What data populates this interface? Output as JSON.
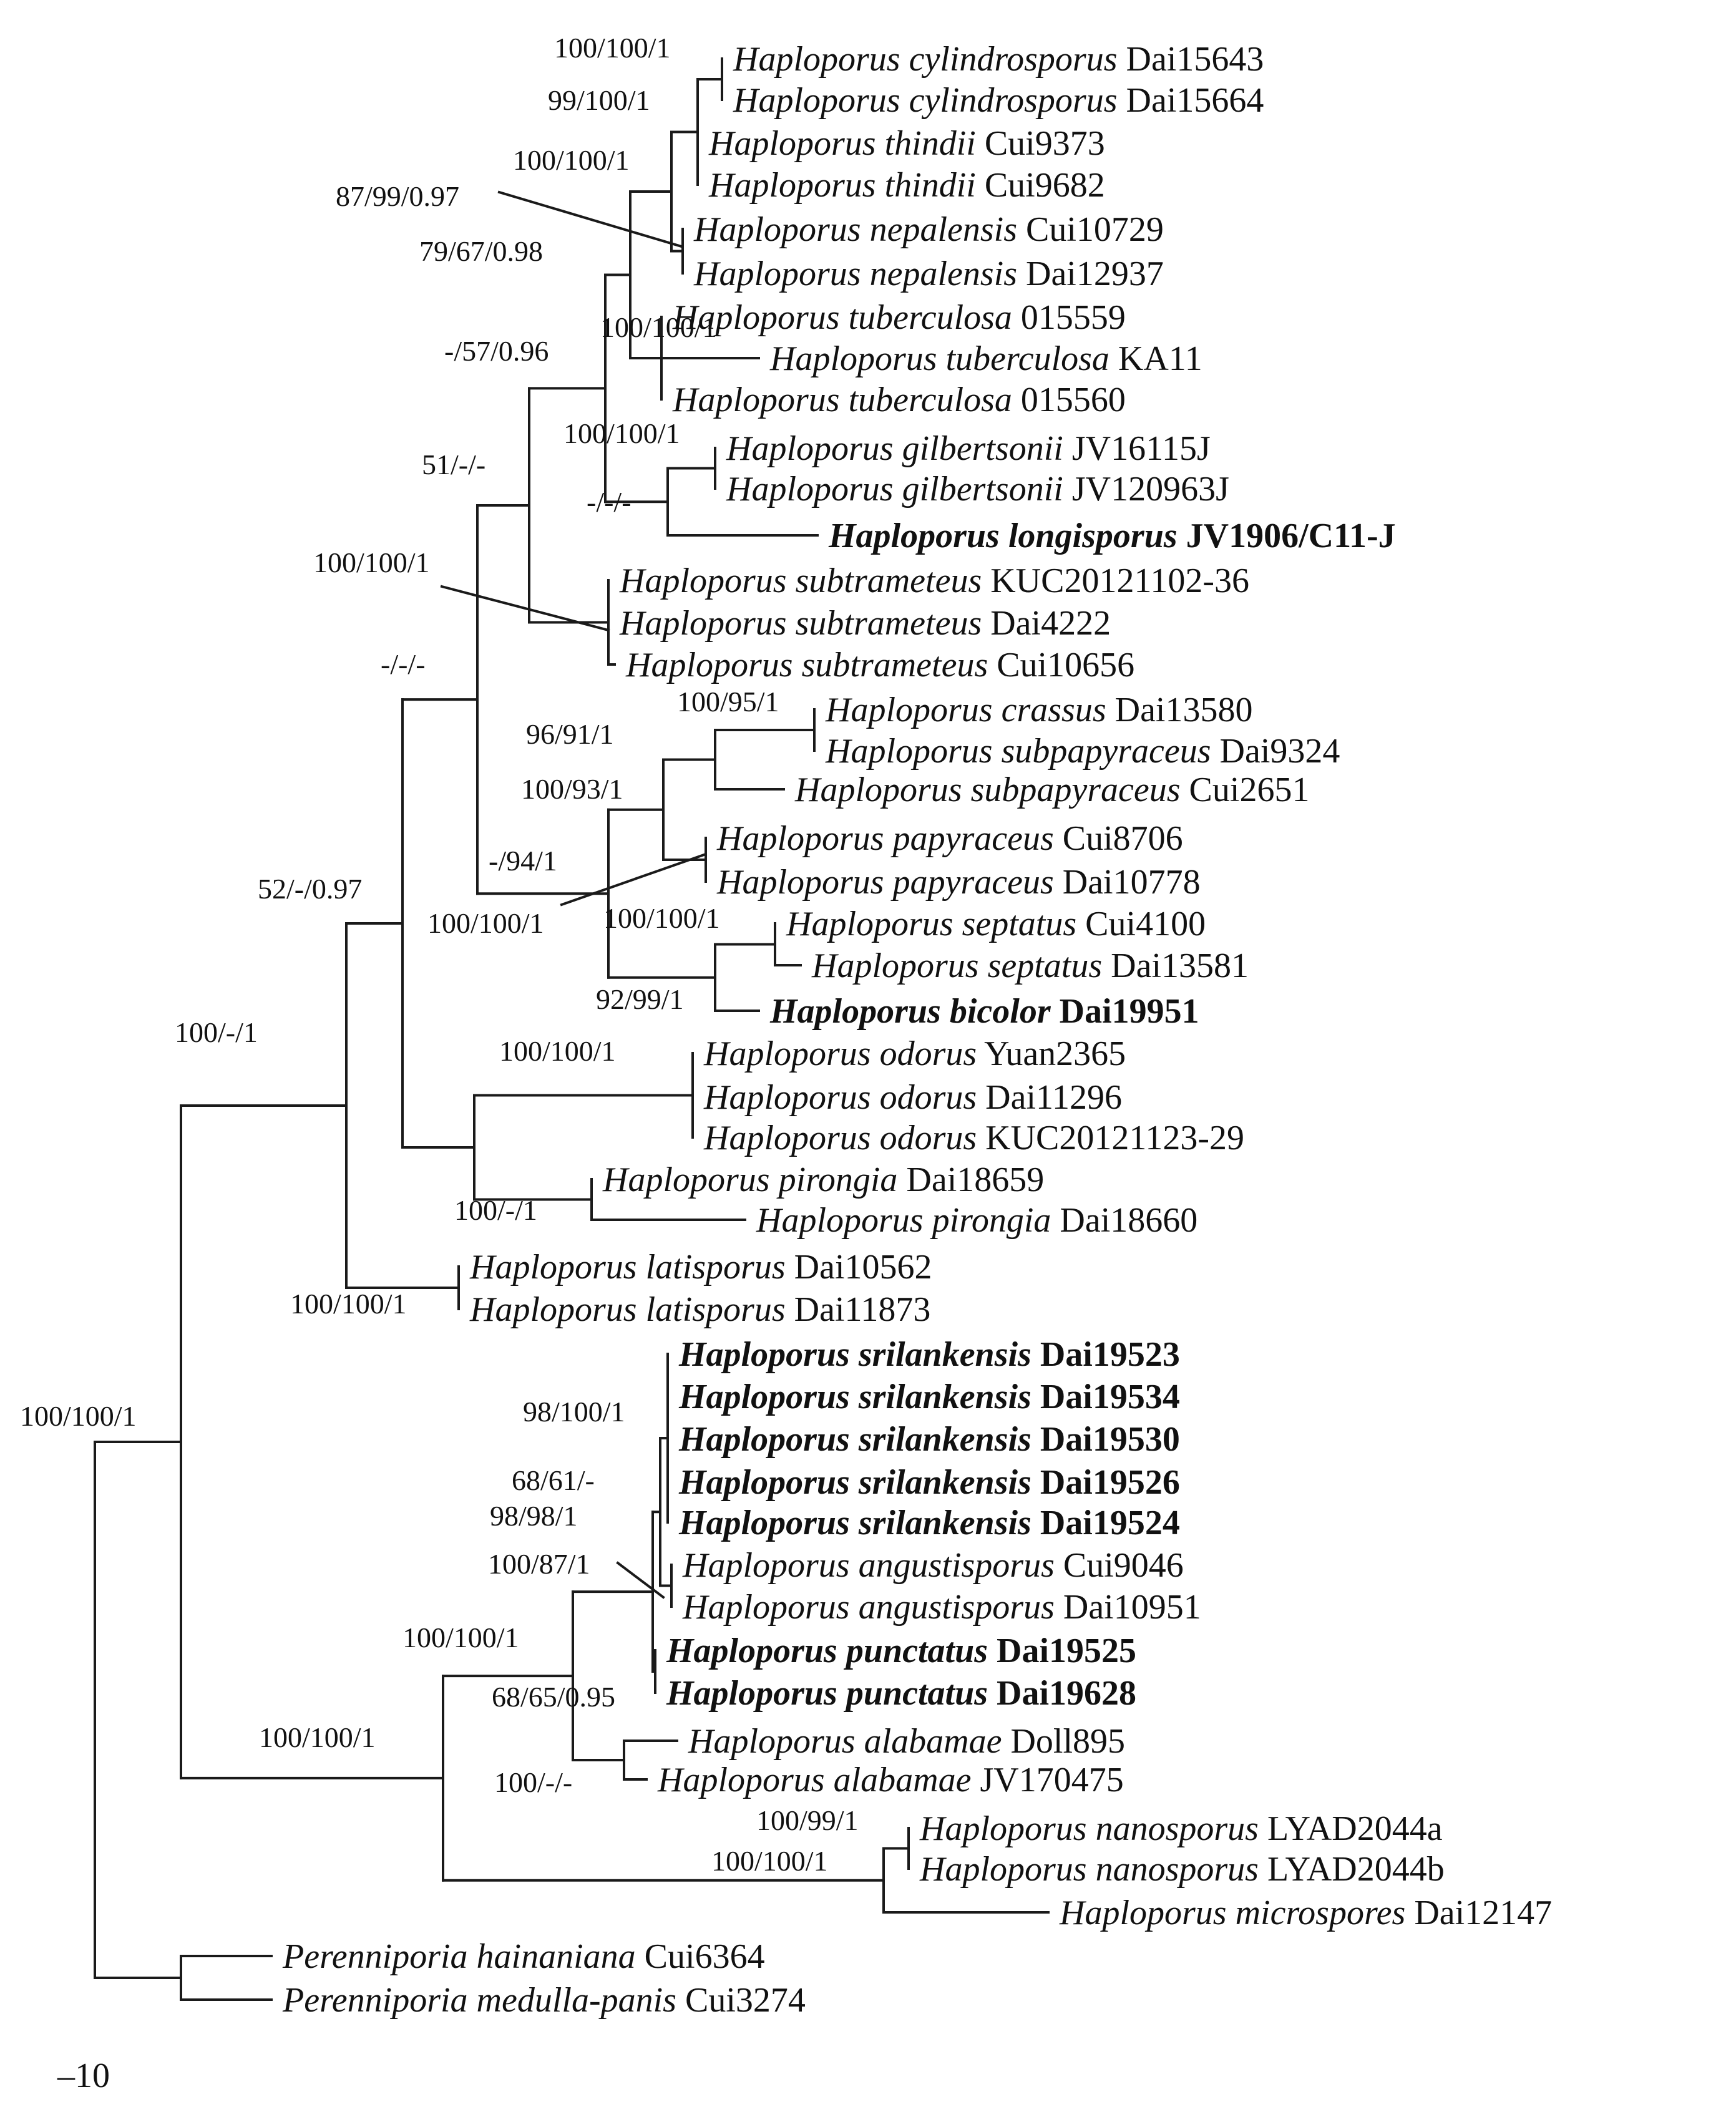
{
  "figure": {
    "scale_label": "–10"
  },
  "taxa": [
    {
      "id": "t1",
      "species": "Haploporus cylindrosporus",
      "voucher": "Dai15643",
      "bold": false
    },
    {
      "id": "t2",
      "species": "Haploporus cylindrosporus",
      "voucher": "Dai15664",
      "bold": false
    },
    {
      "id": "t3",
      "species": "Haploporus thindii",
      "voucher": "Cui9373",
      "bold": false
    },
    {
      "id": "t4",
      "species": "Haploporus thindii",
      "voucher": "Cui9682",
      "bold": false
    },
    {
      "id": "t5",
      "species": "Haploporus nepalensis",
      "voucher": "Cui10729",
      "bold": false
    },
    {
      "id": "t6",
      "species": "Haploporus nepalensis",
      "voucher": "Dai12937",
      "bold": false
    },
    {
      "id": "t7",
      "species": "Haploporus tuberculosa",
      "voucher": "015559",
      "bold": false
    },
    {
      "id": "t8",
      "species": "Haploporus tuberculosa",
      "voucher": "KA11",
      "bold": false
    },
    {
      "id": "t9",
      "species": "Haploporus tuberculosa",
      "voucher": "015560",
      "bold": false
    },
    {
      "id": "t10",
      "species": "Haploporus gilbertsonii",
      "voucher": "JV16115J",
      "bold": false
    },
    {
      "id": "t11",
      "species": "Haploporus gilbertsonii",
      "voucher": "JV120963J",
      "bold": false
    },
    {
      "id": "t12",
      "species": "Haploporus longisporus",
      "voucher": "JV1906/C11-J",
      "bold": true
    },
    {
      "id": "t13",
      "species": "Haploporus subtrameteus",
      "voucher": "KUC20121102-36",
      "bold": false
    },
    {
      "id": "t14",
      "species": "Haploporus subtrameteus",
      "voucher": "Dai4222",
      "bold": false
    },
    {
      "id": "t15",
      "species": "Haploporus subtrameteus",
      "voucher": "Cui10656",
      "bold": false
    },
    {
      "id": "t16",
      "species": "Haploporus crassus",
      "voucher": "Dai13580",
      "bold": false
    },
    {
      "id": "t17",
      "species": "Haploporus subpapyraceus",
      "voucher": "Dai9324",
      "bold": false
    },
    {
      "id": "t18",
      "species": "Haploporus subpapyraceus",
      "voucher": "Cui2651",
      "bold": false
    },
    {
      "id": "t19",
      "species": "Haploporus papyraceus",
      "voucher": "Cui8706",
      "bold": false
    },
    {
      "id": "t20",
      "species": "Haploporus papyraceus",
      "voucher": "Dai10778",
      "bold": false
    },
    {
      "id": "t21",
      "species": "Haploporus septatus",
      "voucher": "Cui4100",
      "bold": false
    },
    {
      "id": "t22",
      "species": "Haploporus septatus",
      "voucher": "Dai13581",
      "bold": false
    },
    {
      "id": "t23",
      "species": "Haploporus bicolor",
      "voucher": "Dai19951",
      "bold": true
    },
    {
      "id": "t24",
      "species": "Haploporus odorus",
      "voucher": "Yuan2365",
      "bold": false
    },
    {
      "id": "t25",
      "species": "Haploporus odorus",
      "voucher": "Dai11296",
      "bold": false
    },
    {
      "id": "t26",
      "species": "Haploporus odorus",
      "voucher": "KUC20121123-29",
      "bold": false
    },
    {
      "id": "t27",
      "species": "Haploporus pirongia",
      "voucher": "Dai18659",
      "bold": false
    },
    {
      "id": "t28",
      "species": "Haploporus pirongia",
      "voucher": "Dai18660",
      "bold": false
    },
    {
      "id": "t29",
      "species": "Haploporus latisporus",
      "voucher": "Dai10562",
      "bold": false
    },
    {
      "id": "t30",
      "species": "Haploporus latisporus",
      "voucher": "Dai11873",
      "bold": false
    },
    {
      "id": "t31",
      "species": "Haploporus srilankensis",
      "voucher": "Dai19523",
      "bold": true
    },
    {
      "id": "t32",
      "species": "Haploporus srilankensis",
      "voucher": "Dai19534",
      "bold": true
    },
    {
      "id": "t33",
      "species": "Haploporus srilankensis",
      "voucher": "Dai19530",
      "bold": true
    },
    {
      "id": "t34",
      "species": "Haploporus srilankensis",
      "voucher": "Dai19526",
      "bold": true
    },
    {
      "id": "t35",
      "species": "Haploporus srilankensis",
      "voucher": "Dai19524",
      "bold": true
    },
    {
      "id": "t36",
      "species": "Haploporus angustisporus",
      "voucher": "Cui9046",
      "bold": false
    },
    {
      "id": "t37",
      "species": "Haploporus angustisporus",
      "voucher": "Dai10951",
      "bold": false
    },
    {
      "id": "t38",
      "species": "Haploporus punctatus",
      "voucher": "Dai19525",
      "bold": true
    },
    {
      "id": "t39",
      "species": "Haploporus punctatus",
      "voucher": "Dai19628",
      "bold": true
    },
    {
      "id": "t40",
      "species": "Haploporus alabamae",
      "voucher": "Doll895",
      "bold": false
    },
    {
      "id": "t41",
      "species": "Haploporus alabamae",
      "voucher": "JV170475",
      "bold": false
    },
    {
      "id": "t42",
      "species": "Haploporus nanosporus",
      "voucher": "LYAD2044a",
      "bold": false
    },
    {
      "id": "t43",
      "species": "Haploporus nanosporus",
      "voucher": "LYAD2044b",
      "bold": false
    },
    {
      "id": "t44",
      "species": "Haploporus microspores",
      "voucher": "Dai12147",
      "bold": false
    },
    {
      "id": "t45",
      "species": "Perenniporia hainaniana",
      "voucher": "Cui6364",
      "bold": false
    },
    {
      "id": "t46",
      "species": "Perenniporia medulla-panis",
      "voucher": "Cui3274",
      "bold": false
    }
  ],
  "supports": [
    {
      "id": "s1",
      "text": "100/100/1"
    },
    {
      "id": "s2",
      "text": "99/100/1"
    },
    {
      "id": "s3",
      "text": "100/100/1"
    },
    {
      "id": "s4",
      "text": "87/99/0.97"
    },
    {
      "id": "s5",
      "text": "79/67/0.98"
    },
    {
      "id": "s6",
      "text": "-/57/0.96"
    },
    {
      "id": "s7",
      "text": "100/100/1"
    },
    {
      "id": "s8",
      "text": "100/100/1"
    },
    {
      "id": "s9",
      "text": "51/-/-"
    },
    {
      "id": "s10",
      "text": "-/-/-"
    },
    {
      "id": "s11",
      "text": "100/100/1"
    },
    {
      "id": "s12",
      "text": "-/-/-"
    },
    {
      "id": "s13",
      "text": "100/95/1"
    },
    {
      "id": "s14",
      "text": "96/91/1"
    },
    {
      "id": "s15",
      "text": "100/93/1"
    },
    {
      "id": "s16",
      "text": "-/94/1"
    },
    {
      "id": "s17",
      "text": "52/-/0.97"
    },
    {
      "id": "s18",
      "text": "100/100/1"
    },
    {
      "id": "s19",
      "text": "100/100/1"
    },
    {
      "id": "s20",
      "text": "92/99/1"
    },
    {
      "id": "s21",
      "text": "100/-/1"
    },
    {
      "id": "s22",
      "text": "100/100/1"
    },
    {
      "id": "s23",
      "text": "100/-/1"
    },
    {
      "id": "s24",
      "text": "100/100/1"
    },
    {
      "id": "s25",
      "text": "100/100/1"
    },
    {
      "id": "s26",
      "text": "98/100/1"
    },
    {
      "id": "s27",
      "text": "68/61/-"
    },
    {
      "id": "s28",
      "text": "98/98/1"
    },
    {
      "id": "s29",
      "text": "100/87/1"
    },
    {
      "id": "s30",
      "text": "100/100/1"
    },
    {
      "id": "s31",
      "text": "68/65/0.95"
    },
    {
      "id": "s32",
      "text": "100/100/1"
    },
    {
      "id": "s33",
      "text": "100/-/-"
    },
    {
      "id": "s34",
      "text": "100/99/1"
    },
    {
      "id": "s35",
      "text": "100/100/1"
    }
  ]
}
